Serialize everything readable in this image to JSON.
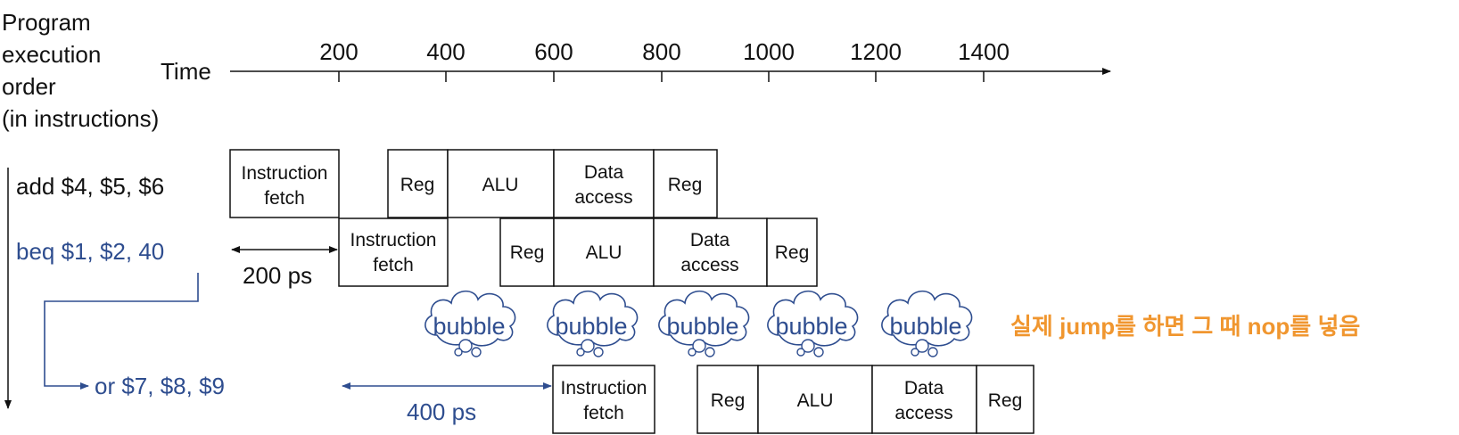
{
  "left_header": [
    "Program",
    "execution",
    "order",
    "(in instructions)"
  ],
  "time_axis": {
    "label": "Time",
    "ticks": [
      "200",
      "400",
      "600",
      "800",
      "1000",
      "1200",
      "1400"
    ]
  },
  "instructions": [
    {
      "text": "add $4, $5, $6",
      "color": "#111111",
      "stages": {
        "fetch": [
          "Instruction",
          "fetch"
        ],
        "reg1": "Reg",
        "alu": "ALU",
        "data": [
          "Data",
          "access"
        ],
        "reg2": "Reg"
      }
    },
    {
      "text": "beq $1, $2, 40",
      "color": "#2E4D8F",
      "stages": {
        "fetch": [
          "Instruction",
          "fetch"
        ],
        "reg1": "Reg",
        "alu": "ALU",
        "data": [
          "Data",
          "access"
        ],
        "reg2": "Reg"
      }
    },
    {
      "text": "or $7, $8, $9",
      "color": "#2E4D8F",
      "stages": {
        "fetch": [
          "Instruction",
          "fetch"
        ],
        "reg1": "Reg",
        "alu": "ALU",
        "data": [
          "Data",
          "access"
        ],
        "reg2": "Reg"
      }
    }
  ],
  "delay_labels": {
    "first": "200 ps",
    "second": "400 ps"
  },
  "bubbles": [
    "bubble",
    "bubble",
    "bubble",
    "bubble",
    "bubble"
  ],
  "annotation": "실제 jump를 하면 그 때 nop를 넣음",
  "colors": {
    "text": "#111111",
    "blue": "#2E4D8F",
    "annotation": "#F0962F",
    "bubble_stroke": "#2E4D8F"
  }
}
